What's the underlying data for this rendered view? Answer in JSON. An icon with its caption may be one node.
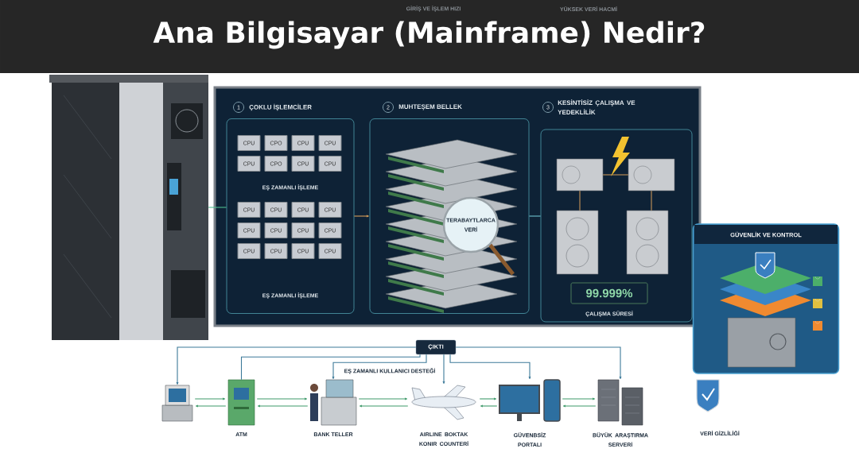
{
  "diagram": {
    "title": "Ana Bilgisayar (Mainframe) Nedir?",
    "nodes": [
      {
        "text": [],
        "shape": "picture"
      },
      {
        "text": [],
        "shape": "box"
      },
      {
        "text": [
          "ÇOKLU İŞLEMCİLER",
          "EŞ ZAMANLI İŞLEME",
          "EŞ ZAMANLI İŞLEME"
        ],
        "in": 1
      },
      {
        "text": [
          "MUHTEŞEM BELLEK",
          "TERABAYTLARCA VERİ"
        ],
        "in": 1
      },
      {
        "text": [
          "KESİNTİSİZ ÇALIŞMA VE YEDEKLİLİK",
          "99.999%",
          "ÇALIŞMA SÜRESİ"
        ],
        "in": 1
      },
      {
        "text": [
          "GÜVENLİK VE KONTROL"
        ],
        "beside": [
          "VERİ GİZLİLİĞİ"
        ]
      },
      {
        "text": [
          "ÇIKTI"
        ]
      },
      {
        "text": [],
        "shape": "picture"
      },
      {
        "text": [
          "ATM"
        ]
      },
      {
        "text": [
          "BANK TELLER"
        ]
      },
      {
        "text": [
          "AIRLINE BOKTAK KONIR COUNTERİ"
        ]
      },
      {
        "text": [
          "GÜVENBSİZ PORTALI"
        ]
      },
      {
        "text": [
          "BÜYÜK ARAŞTIRMA SERVERİ"
        ]
      }
    ],
    "edges": [
      {
        "from": 0,
        "to": 2,
        "arrow": "none",
        "color": "#4fbf8f"
      },
      {
        "from": 2,
        "to": 3,
        "arrow": "to",
        "color": "#d9a05b"
      },
      {
        "from": 3,
        "to": 4,
        "arrow": "none",
        "color": "#6fc3d0"
      },
      {
        "from": 6,
        "to": 7,
        "arrow": "to",
        "color": "#3d7a99"
      },
      {
        "from": 6,
        "to": 8,
        "arrow": "none",
        "color": "#3d7a99"
      },
      {
        "from": 6,
        "to": 9,
        "arrow": "to",
        "color": "#3d7a99"
      },
      {
        "from": 6,
        "to": 10,
        "arrow": "to",
        "color": "#3d7a99"
      },
      {
        "from": 6,
        "to": 11,
        "arrow": "to",
        "color": "#3d7a99"
      },
      {
        "from": 6,
        "to": 12,
        "arrow": "to",
        "color": "#3d7a99"
      },
      {
        "from": 7,
        "to": 8,
        "arrow": "to"
      },
      {
        "from": 8,
        "to": 7,
        "arrow": "to"
      },
      {
        "from": 8,
        "to": 9,
        "arrow": "to"
      },
      {
        "from": 9,
        "to": 8,
        "arrow": "to"
      },
      {
        "from": 9,
        "to": 10,
        "arrow": "to"
      },
      {
        "from": 10,
        "to": 9,
        "arrow": "to"
      },
      {
        "from": 10,
        "to": 11,
        "arrow": "to"
      },
      {
        "from": 11,
        "to": 10,
        "arrow": "to"
      },
      {
        "from": 11,
        "to": 12,
        "arrow": "to"
      },
      {
        "from": 12,
        "to": 11,
        "arrow": "to"
      }
    ],
    "labels": [
      "GİRİŞ VE İŞLEM HIZI",
      "YÜKSEK VERİ HACMİ",
      "1",
      "2",
      "3",
      "CPU",
      "CPO",
      "CPU",
      "CPU",
      "CPU",
      "CPO",
      "CPU",
      "CPU",
      "CPU",
      "CPU",
      "CPU",
      "CPU",
      "CPU",
      "CPU",
      "CPU",
      "CPU",
      "CPU",
      "CPU",
      "CPU",
      "CPU",
      "EŞ ZAMANLI KULLANICI DESTEĞİ"
    ]
  }
}
